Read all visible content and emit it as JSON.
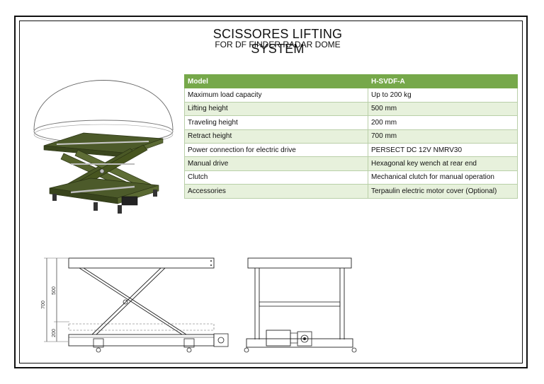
{
  "document": {
    "title": "SCISSORES LIFTING SYSTEM",
    "subtitle": "FOR DF FINDER RADAR DOME"
  },
  "specs": {
    "header": {
      "label": "Model",
      "value": "H-SVDF-A"
    },
    "rows": [
      {
        "label": "Maximum load capacity",
        "value": "Up to 200 kg"
      },
      {
        "label": "Lifting height",
        "value": "500 mm"
      },
      {
        "label": "Traveling height",
        "value": "200 mm"
      },
      {
        "label": "Retract height",
        "value": "700 mm"
      },
      {
        "label": "Power connection for electric drive",
        "value": "PERSECT DC 12V NMRV30"
      },
      {
        "label": "Manual drive",
        "value": " Hexagonal key wench at rear end"
      },
      {
        "label": "Clutch",
        "value": "Mechanical clutch for manual operation"
      },
      {
        "label": "Accessories",
        "value": "Terpaulin electric motor cover (Optional)"
      }
    ]
  },
  "drawing": {
    "dim_total": "700",
    "dim_lift": "500",
    "dim_travel": "200"
  },
  "colors": {
    "header_green": "#76a84a",
    "row_tint": "#e7f1dc",
    "frame_olive": "#4c5a2a"
  }
}
